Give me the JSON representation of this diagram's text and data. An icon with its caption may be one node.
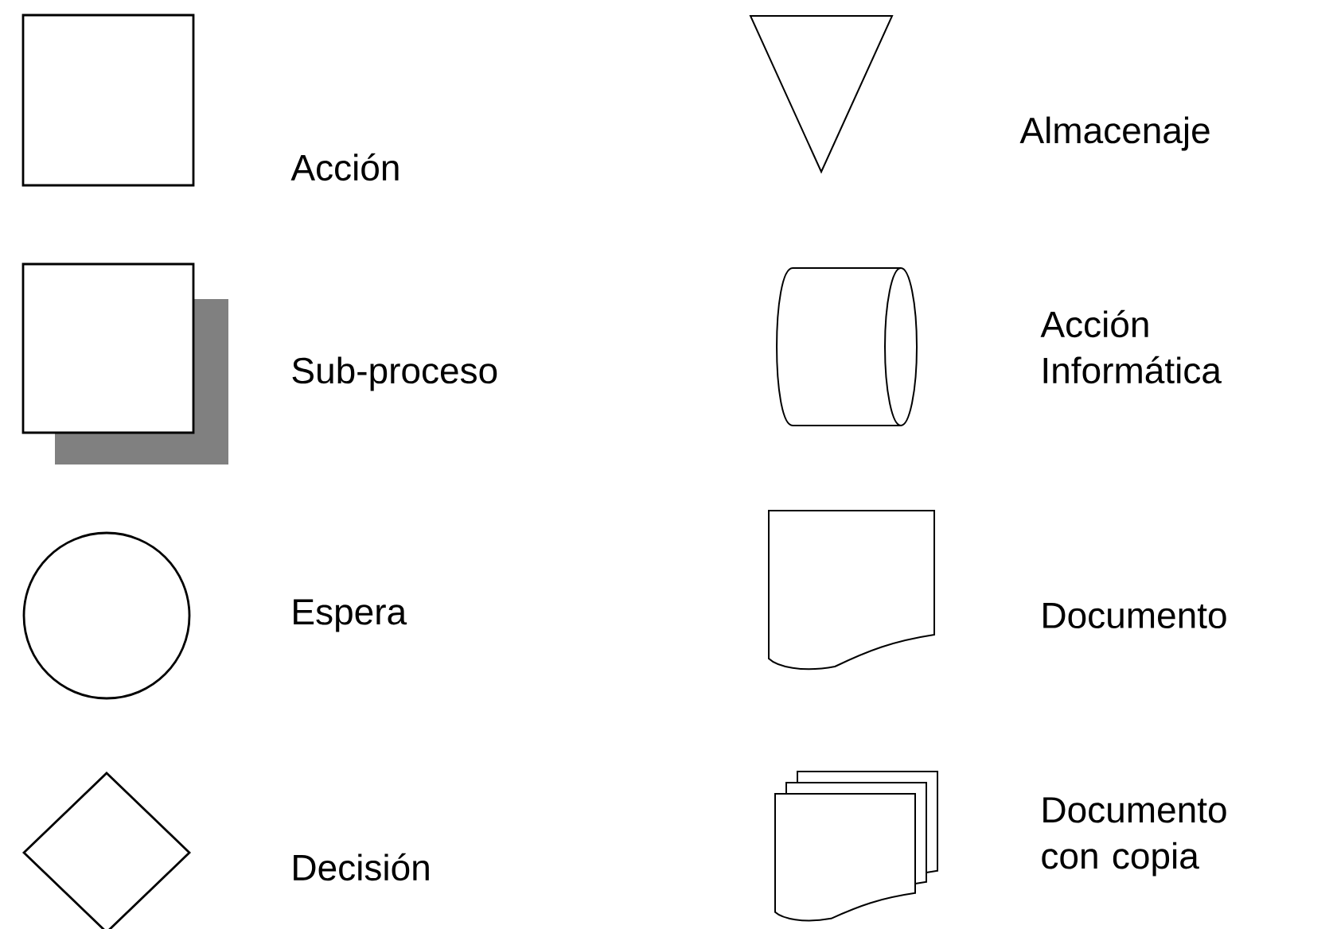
{
  "diagram": {
    "nodes": [
      {
        "text": [],
        "shape": "box",
        "beside": [
          "Acción"
        ]
      },
      {
        "text": [],
        "shape": "box",
        "beside": [
          "Sub-proceso"
        ]
      },
      {
        "text": [],
        "shape": "circle",
        "beside": [
          "Espera"
        ]
      },
      {
        "text": [],
        "shape": "diamond",
        "beside": [
          "Decisión"
        ]
      },
      {
        "text": [],
        "shape": "triangle",
        "beside": [
          "Almacenaje"
        ]
      },
      {
        "text": [],
        "shape": "cylinder",
        "beside": [
          "Acción Informática"
        ]
      },
      {
        "text": [],
        "shape": "document",
        "beside": [
          "Documento"
        ]
      },
      {
        "text": [],
        "shape": "documents",
        "beside": [
          "Documento con copia"
        ]
      }
    ]
  }
}
